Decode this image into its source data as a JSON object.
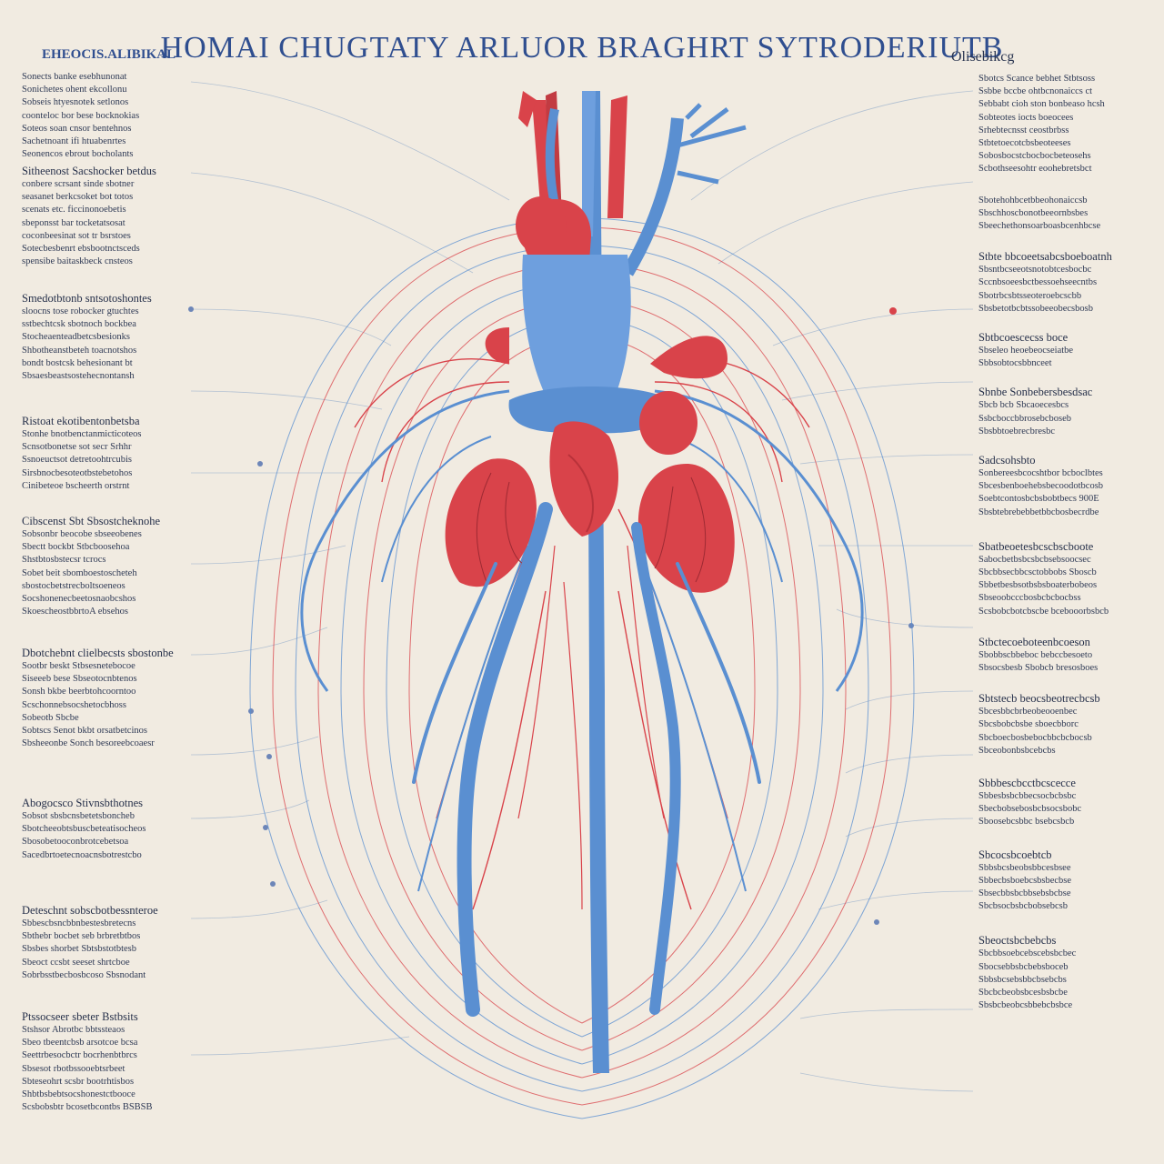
{
  "title": "HOMAI CHUGTATY ARLUOR BRAGHRT SYTRODERIUTB",
  "corner_left": "EHEOCIS.ALIBIKAL",
  "corner_right": "Olisebikcg",
  "colors": {
    "background": "#f1ebe1",
    "artery_red": "#d9434a",
    "vein_blue": "#5a8fd1",
    "text": "#2e3a55",
    "title": "#2f4e8f"
  },
  "left_blocks": [
    {
      "head": "",
      "lines": [
        "Sonects banke esebhunonat",
        "Sonichetes ohent ekcollonu",
        "Sobseis htyesnotek setlonos",
        "coonteloc bor bese bocknokias",
        "Soteos soan cnsor bentehnos",
        "Sachetnoant ifi htuabenrtes",
        "Seonencos ebrout bocholants"
      ]
    },
    {
      "head": "Sitheenost Sacshocker betdus",
      "lines": [
        "conbere scrsant sinde sbotner",
        "seasanet berkcsoket bot totos",
        "scenats etc. ficcinonoebetis",
        "sbeponsst bar tocketatsosat",
        "coconbeesinat sot tr bsrstoes",
        "Sotecbesbenrt ebsbootnctsceds",
        "spensibe baitaskbeck cnsteos"
      ]
    },
    {
      "head": "Smedotbtonb sntsotoshontes",
      "lines": [
        "sloocns tose robocker gtuchtes",
        "sstbechtcsk sbotnoch bockbea",
        "Stocheaenteadbetcsbesionks",
        "Shbotheanstbeteh toacnotshos",
        "bondt bostcsk behesionant bt",
        "Sbsaesbeastsostehecnontansh"
      ]
    },
    {
      "head": "Ristoat ekotibentonbetsba",
      "lines": [
        "Stonhe bnotbenctanmicticoteos",
        "Scnsotbonetse sot secr Srhhr",
        "Ssnoeuctsot detretoohtrcubis",
        "Sirsbnocbesoteotbstebetohos",
        "Cinibeteoe bscheerth orstrnt"
      ]
    },
    {
      "head": "Cibscenst Sbt Sbsostcheknohe",
      "lines": [
        "Sobsonbr beocobe sbseeobenes",
        "Sbectt bockbt Stbcboosehoa",
        "Shstbtosbstecsr tcrocs",
        "Sobet beit sbomboestoscheteh",
        "sbostocbetstrecboltsoeneos",
        "Socshonenecbeetosnaobcshos",
        "SkoescheostbbrtoA ebsehos"
      ]
    },
    {
      "head": "Dbotchebnt clielbecsts sbostonbe",
      "lines": [
        "Sootbr beskt Stbsesnetebocoe",
        "Siseeeb bese Sbseotocnbtenos",
        "Sonsh bkbe beerbtohcoorntoo",
        "Scschonnebsocshetocbhoss",
        "Sobeotb Sbcbe",
        "Sobtscs Senot bkbt orsatbetcinos",
        "Sbsheeonbe Sonch besoreebcoaesr"
      ]
    },
    {
      "head": "Abogocsco Stivnsbthotnes",
      "lines": [
        "Sobsot sbsbcnsbetetsboncheb",
        "Sbotcheeobtsbuscbeteatisocheos",
        "Sbosobetooconbrotcebetsoa",
        "Sacedbrtoetecnoacnsbotrestcbo"
      ]
    },
    {
      "head": "Deteschnt sobscbotbessnteroe",
      "lines": [
        "Sbbescbsncbbnbestesbretecns",
        "Sbthebr bocbet seb brbretbtbos",
        "Sbsbes shorbet Sbtsbstotbtesb",
        "Sbeoct ccsbt seeset shrtcboe",
        "Sobrbsstbecbosbcoso Sbsnodant"
      ]
    },
    {
      "head": "Ptssocseer sbeter Bstbsits",
      "lines": [
        "Stshsor Abrotbc bbtssteaos",
        "Sbeo tbeentcbsb arsotcoe bcsa",
        "Seettrbesocbctr bocrhenbtbrcs",
        "Sbsesot rbotbssooebtsrbeet",
        "Sbteseohrt scsbr bootrhtisbos",
        "Shbtbsbebtsocshonestctbooce",
        "Scsbobsbtr bcosetbcontbs BSBSB"
      ]
    }
  ],
  "right_blocks": [
    {
      "head": "",
      "lines": [
        "Sbotcs Scance bebhet Stbtsoss",
        "Ssbbe bccbe ohtbcnonaiccs ct",
        "Sebbabt cioh ston bonbeaso hcsh",
        "Sobteotes iocts boeocees",
        "Srhebtecnsst ceostbrbss",
        "Stbtetoecotcbsbeoteeses",
        "Sobosbocstcbocbocbeteosehs",
        "Scbothseesohtr eoohebretsbct"
      ]
    },
    {
      "head": "",
      "lines": [
        "Sbotehohbcetbbeohonaiccsb",
        "Sbschhoscbonotbeeornbsbes",
        "Sbeechethonsoarboasbcenhbcse"
      ]
    },
    {
      "head": "Stbte bbcoeetsabcsboeboatnh",
      "lines": [
        "Sbsntbcseeotsnotobtcesbocbc",
        "Sccnbsoeesbctbessoehseecntbs",
        "Sbotrbcsbtsseoteroebcscbb",
        "Sbsbetotbcbtssobeeobecsbosb"
      ]
    },
    {
      "head": "Sbtbcoescecss boce",
      "lines": [
        "Sbseleo heoebeocseiatbe",
        "Sbbsobtocsbbnceet"
      ]
    },
    {
      "head": "Sbnbe Sonbebersbesdsac",
      "lines": [
        "Sbcb bcb Sbcaoecesbcs",
        "Ssbcboccbbrosebcboseb",
        "Sbsbbtoebrecbresbc"
      ]
    },
    {
      "head": "Sadcsohsbto",
      "lines": [
        "Sonbereesbcocshtbor bcboclbtes",
        "Sbcesbenboehebsbecoodotbcosb",
        "Soebtcontosbcbsbobtbecs 900E",
        "Sbsbtebrebebbetbbcbosbecrdbe"
      ]
    },
    {
      "head": "Sbatbeoetesbcscbscboote",
      "lines": [
        "Sabocbetbsbcsbcbsebsoocsec",
        "Sbcbbsecbbcsctobbobs Sboscb",
        "Sbbetbesbsotbsbsboaterbobeos",
        "Sbseoobcccbosbcbcbocbss",
        "Scsbobcbotcbscbe bcebooorbsbcb"
      ]
    },
    {
      "head": "Stbctecoeboteenbcoeson",
      "lines": [
        "Sbobbscbbeboc bebccbesoeto",
        "Sbsocsbesb Sbobcb bresosboes"
      ]
    },
    {
      "head": "Sbtstecb beocsbeotrecbcsb",
      "lines": [
        "Sbcesbbcbrbeobeooenbec",
        "Sbcsbobcbsbe sboecbborc",
        "Sbcboecbosbebocbbcbcbocsb",
        "Sbceobonbsbcebcbs"
      ]
    },
    {
      "head": "Sbbbescbcctbcscecce",
      "lines": [
        "Sbbesbsbcbbecsocbcbsbc",
        "Sbecbobsebosbcbsocsbobc",
        "Sboosebcsbbc bsebcsbcb"
      ]
    },
    {
      "head": "Sbcocsbcoebtcb",
      "lines": [
        "Sbbsbcsbeobsbbcesbsee",
        "Sbbecbsboebcsbsbecbse",
        "Sbsecbbsbcbbsebsbcbse",
        "Sbcbsocbsbcbobsebcsb"
      ]
    },
    {
      "head": "Sbeoctsbcbebcbs",
      "lines": [
        "Sbcbbsoebcebscebsbcbec",
        "Sbocsebbsbcbebsboceb",
        "Sbbsbcsebsbbcbsebcbs",
        "Sbcbcbeobsbcesbsbcbe",
        "Sbsbcbeobcsbbebcbsbce"
      ]
    }
  ]
}
